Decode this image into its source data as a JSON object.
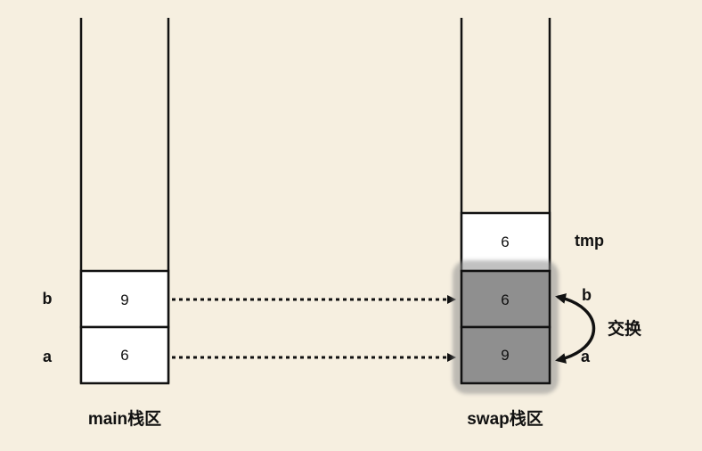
{
  "main_stack": {
    "label": "main栈区",
    "cells": [
      {
        "name": "b",
        "value": "9"
      },
      {
        "name": "a",
        "value": "6"
      }
    ]
  },
  "swap_stack": {
    "label": "swap栈区",
    "tmp": {
      "name": "tmp",
      "value": "6"
    },
    "cells": [
      {
        "name": "b",
        "value": "6"
      },
      {
        "name": "a",
        "value": "9"
      }
    ]
  },
  "swap_annotation": "交换",
  "colors": {
    "background": "#f6efe0",
    "highlight_fill": "#8f8f8f",
    "cell_fill": "#ffffff",
    "line": "#111111"
  }
}
